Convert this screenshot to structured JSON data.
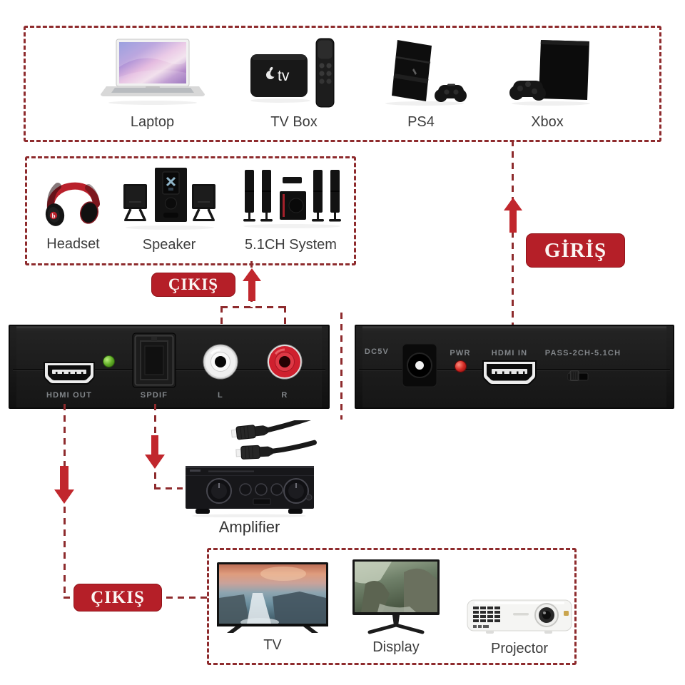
{
  "badges": {
    "output_top": "ÇIKIŞ",
    "input": "GİRİŞ",
    "output_bottom": "ÇIKIŞ"
  },
  "sources": {
    "items": [
      {
        "label": "Laptop",
        "icon": "laptop-icon"
      },
      {
        "label": "TV Box",
        "icon": "tv-box-icon",
        "device_text": "tv"
      },
      {
        "label": "PS4",
        "icon": "ps4-console-icon"
      },
      {
        "label": "Xbox",
        "icon": "xbox-console-icon"
      }
    ]
  },
  "audio_outputs": {
    "items": [
      {
        "label": "Headset",
        "icon": "headset-icon"
      },
      {
        "label": "Speaker",
        "icon": "speaker-icon"
      },
      {
        "label": "5.1CH System",
        "icon": "surround-system-icon"
      }
    ]
  },
  "front_panel": {
    "hdmi_out_label": "HDMI OUT",
    "spdif_label": "SPDIF",
    "left_label": "L",
    "right_label": "R"
  },
  "back_panel": {
    "dc_label": "DC5V",
    "pwr_label": "PWR",
    "hdmi_in_label": "HDMI IN",
    "switch_label": "PASS-2CH-5.1CH"
  },
  "amplifier": {
    "label": "Amplifier"
  },
  "video_outputs": {
    "items": [
      {
        "label": "TV",
        "icon": "tv-icon"
      },
      {
        "label": "Display",
        "icon": "monitor-icon"
      },
      {
        "label": "Projector",
        "icon": "projector-icon"
      }
    ]
  },
  "colors": {
    "arrow_red": "#c1272d",
    "dash_red": "#8e2b2d",
    "badge_bg": "#b51f28",
    "badge_text": "#fbf6f3",
    "device_label_text": "#3d3d3d",
    "port_label_text": "#82868a",
    "panel_black": "#1d1d1d",
    "led_green": "#5aa41f",
    "led_red": "#c22121",
    "rca_white": "#efefef",
    "rca_red": "#cf202e"
  }
}
